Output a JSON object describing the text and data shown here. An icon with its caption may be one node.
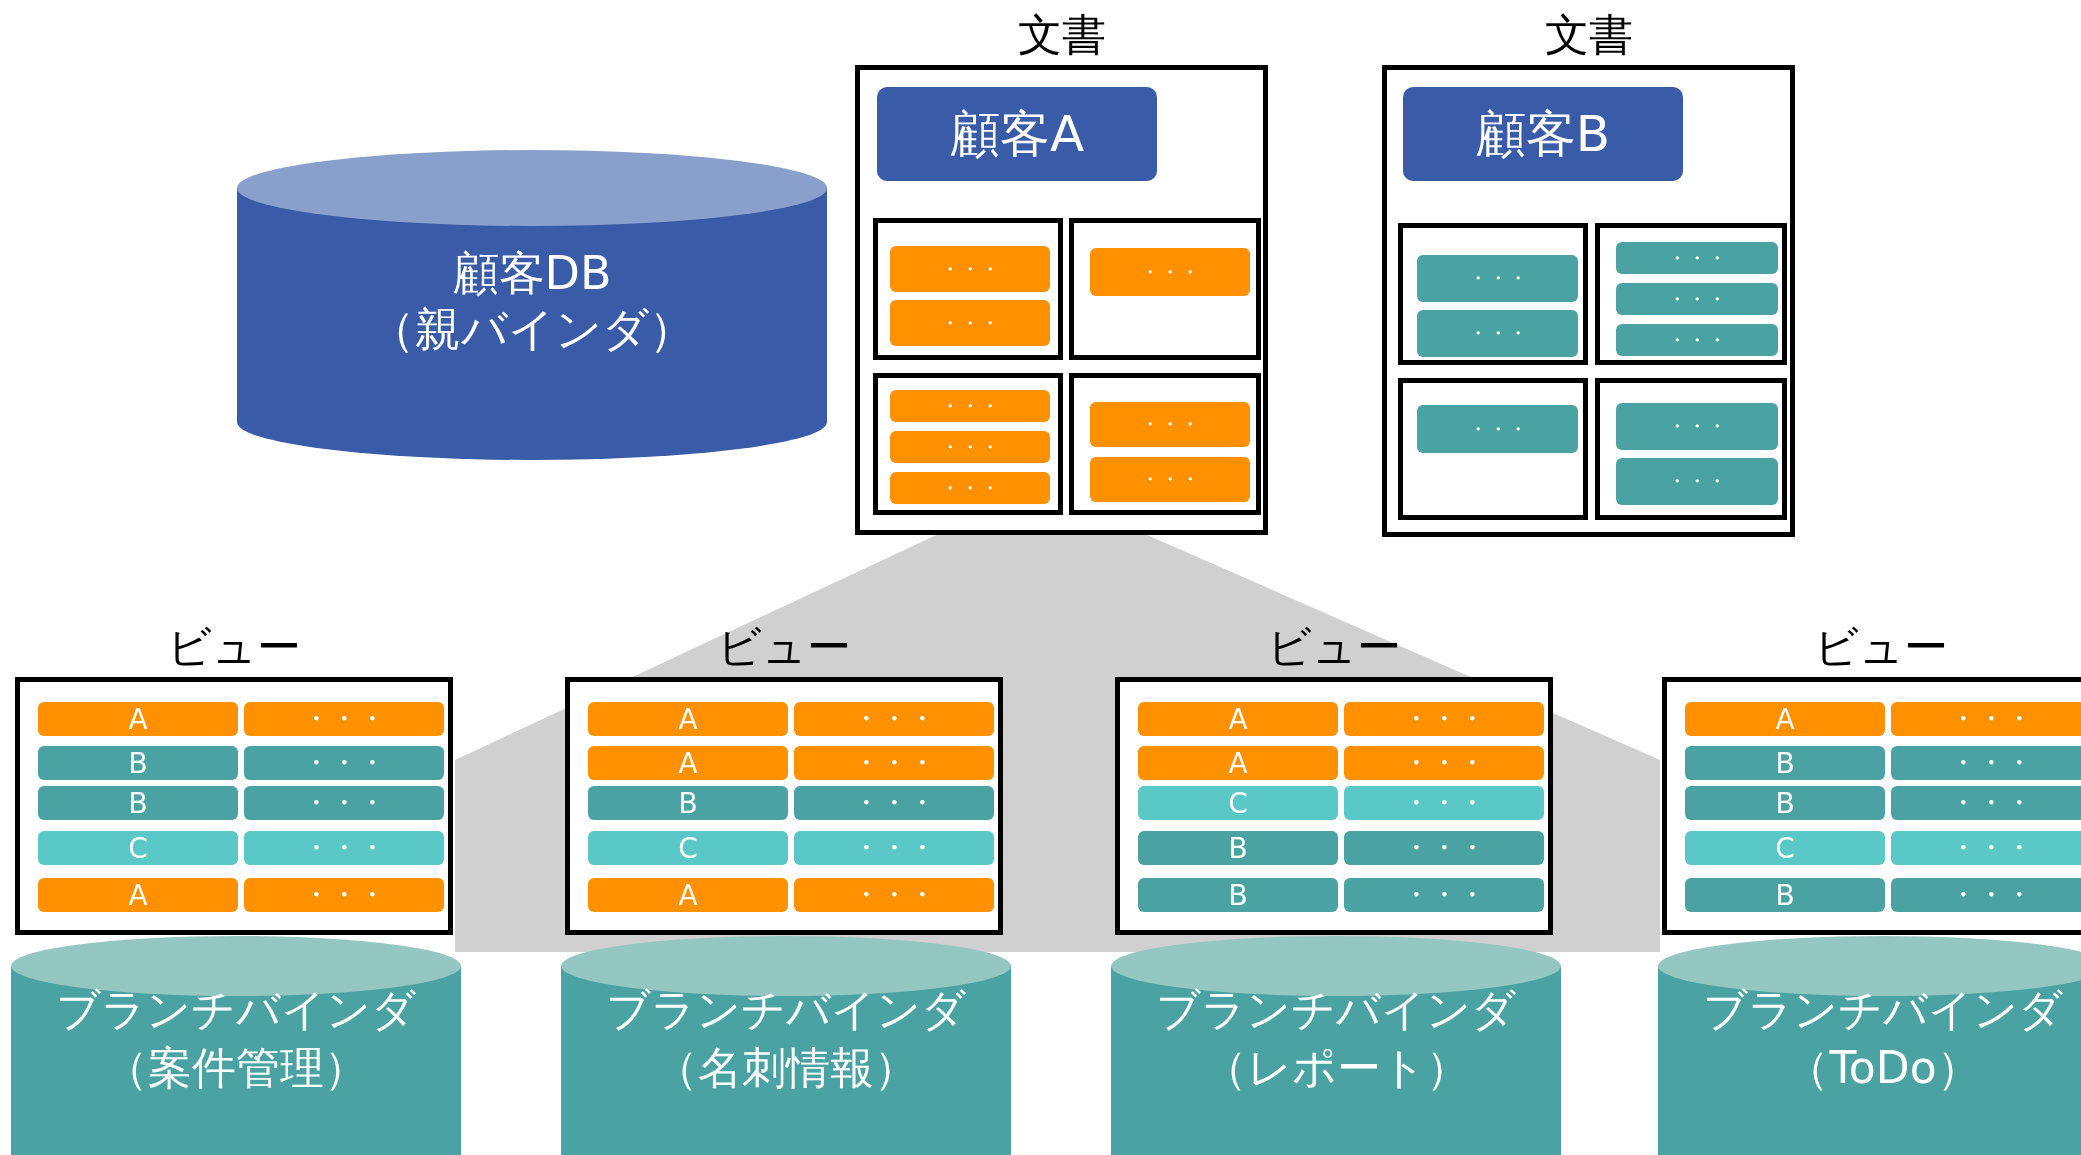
{
  "diagram": {
    "nodes": [
      {
        "text": [
          "顧客DB（親バインダ）"
        ]
      },
      {
        "text": [
          "文書"
        ]
      },
      {
        "text": [
          "顧客A"
        ],
        "in": 1
      },
      {
        "text": [],
        "shape": "box",
        "in": 1
      },
      {
        "text": [
          "・・・"
        ],
        "in": 3
      },
      {
        "text": [
          "・・・"
        ],
        "in": 3
      },
      {
        "text": [],
        "shape": "box",
        "in": 1
      },
      {
        "text": [
          "・・・"
        ],
        "in": 6
      },
      {
        "text": [],
        "shape": "box",
        "in": 1
      },
      {
        "text": [
          "・・・"
        ],
        "in": 8
      },
      {
        "text": [
          "・・・"
        ],
        "in": 8
      },
      {
        "text": [
          "・・・"
        ],
        "in": 8
      },
      {
        "text": [],
        "shape": "box",
        "in": 1
      },
      {
        "text": [
          "・・・"
        ],
        "in": 12
      },
      {
        "text": [
          "・・・"
        ],
        "in": 12
      },
      {
        "text": [
          "文書"
        ]
      },
      {
        "text": [
          "顧客B"
        ],
        "in": 15
      },
      {
        "text": [],
        "shape": "box",
        "in": 15
      },
      {
        "text": [
          "・・・"
        ],
        "in": 17
      },
      {
        "text": [
          "・・・"
        ],
        "in": 17
      },
      {
        "text": [],
        "shape": "box",
        "in": 15
      },
      {
        "text": [
          "・・・"
        ],
        "in": 20
      },
      {
        "text": [
          "・・・"
        ],
        "in": 20
      },
      {
        "text": [
          "・・・"
        ],
        "in": 20
      },
      {
        "text": [],
        "shape": "box",
        "in": 15
      },
      {
        "text": [
          "・・・"
        ],
        "in": 24
      },
      {
        "text": [],
        "shape": "box",
        "in": 15
      },
      {
        "text": [
          "・・・"
        ],
        "in": 26
      },
      {
        "text": [
          "・・・"
        ],
        "in": 26
      },
      {
        "text": [
          "ビュー"
        ]
      },
      {
        "text": [
          "A"
        ],
        "in": 29
      },
      {
        "text": [
          "・・・"
        ],
        "in": 29
      },
      {
        "text": [
          "B"
        ],
        "in": 29
      },
      {
        "text": [
          "・・・"
        ],
        "in": 29
      },
      {
        "text": [
          "B"
        ],
        "in": 29
      },
      {
        "text": [
          "・・・"
        ],
        "in": 29
      },
      {
        "text": [
          "C"
        ],
        "in": 29
      },
      {
        "text": [
          "・・・"
        ],
        "in": 29
      },
      {
        "text": [
          "A"
        ],
        "in": 29
      },
      {
        "text": [
          "・・・"
        ],
        "in": 29
      },
      {
        "text": [
          "ブランチバインダ（案件管理）"
        ]
      },
      {
        "text": [
          "ビュー"
        ]
      },
      {
        "text": [
          "A"
        ],
        "in": 41
      },
      {
        "text": [
          "・・・"
        ],
        "in": 41
      },
      {
        "text": [
          "A"
        ],
        "in": 41
      },
      {
        "text": [
          "・・・"
        ],
        "in": 41
      },
      {
        "text": [
          "B"
        ],
        "in": 41
      },
      {
        "text": [
          "・・・"
        ],
        "in": 41
      },
      {
        "text": [
          "C"
        ],
        "in": 41
      },
      {
        "text": [
          "・・・"
        ],
        "in": 41
      },
      {
        "text": [
          "A"
        ],
        "in": 41
      },
      {
        "text": [
          "・・・"
        ],
        "in": 41
      },
      {
        "text": [
          "ブランチバインダ（名刺情報）"
        ]
      },
      {
        "text": [
          "ビュー"
        ]
      },
      {
        "text": [
          "A"
        ],
        "in": 53
      },
      {
        "text": [
          "・・・"
        ],
        "in": 53
      },
      {
        "text": [
          "A"
        ],
        "in": 53
      },
      {
        "text": [
          "・・・"
        ],
        "in": 53
      },
      {
        "text": [
          "C"
        ],
        "in": 53
      },
      {
        "text": [
          "・・・"
        ],
        "in": 53
      },
      {
        "text": [
          "B"
        ],
        "in": 53
      },
      {
        "text": [
          "・・・"
        ],
        "in": 53
      },
      {
        "text": [
          "B"
        ],
        "in": 53
      },
      {
        "text": [
          "・・・"
        ],
        "in": 53
      },
      {
        "text": [
          "ブランチバインダ（レポート）"
        ]
      },
      {
        "text": [
          "ビュー"
        ]
      },
      {
        "text": [
          "A"
        ],
        "in": 65
      },
      {
        "text": [
          "・・・"
        ],
        "in": 65
      },
      {
        "text": [
          "B"
        ],
        "in": 65
      },
      {
        "text": [
          "・・・"
        ],
        "in": 65
      },
      {
        "text": [
          "B"
        ],
        "in": 65
      },
      {
        "text": [
          "・・・"
        ],
        "in": 65
      },
      {
        "text": [
          "C"
        ],
        "in": 65
      },
      {
        "text": [
          "・・・"
        ],
        "in": 65
      },
      {
        "text": [
          "B"
        ],
        "in": 65
      },
      {
        "text": [
          "・・・"
        ],
        "in": 65
      },
      {
        "text": [
          "ブランチバインダ（ToDo）"
        ]
      }
    ]
  }
}
